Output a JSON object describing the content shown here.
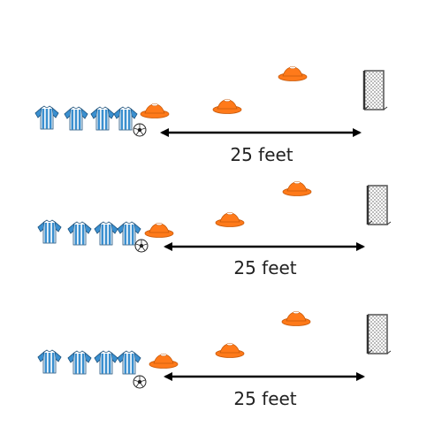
{
  "drills": [
    {
      "distance_label": "25 feet",
      "players": 4,
      "cones": 3
    },
    {
      "distance_label": "25 feet",
      "players": 4,
      "cones": 3
    },
    {
      "distance_label": "25 feet",
      "players": 4,
      "cones": 3
    }
  ],
  "colors": {
    "jersey_stripe": "#3a8fcf",
    "jersey_white": "#ffffff",
    "cone": "#ff7a1a",
    "cone_dark": "#c85a0a",
    "arrow": "#000000",
    "net": "#777777"
  },
  "icons": [
    "jersey-icon",
    "soccer-ball-icon",
    "cone-icon",
    "goal-icon",
    "double-arrow-icon"
  ]
}
